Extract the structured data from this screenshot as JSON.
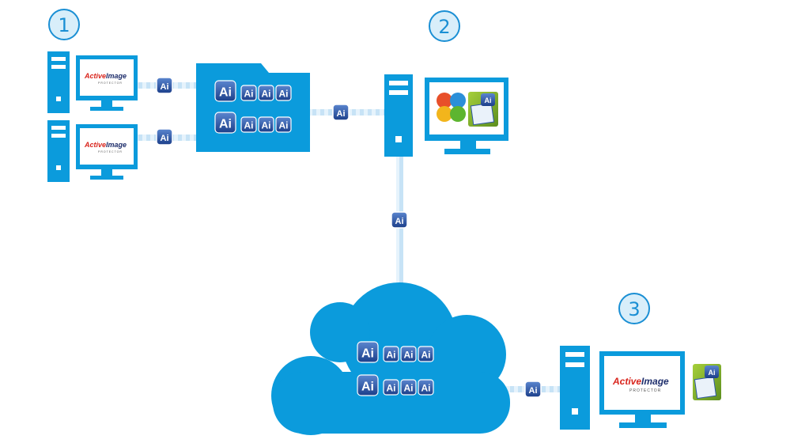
{
  "steps": [
    "1",
    "2",
    "3"
  ],
  "ai_badge": "Ai",
  "product_logo": {
    "brand_part1": "Active",
    "brand_part2": "Image",
    "tagline": "PROTECTOR"
  },
  "colors": {
    "primary": "#0b9bdc",
    "dark": "#0a6fb3",
    "step_circle_fill": "#d8eefa",
    "step_circle_stroke": "#1a8fd4",
    "ai_badge": "#2d56a6",
    "link": "#c7e3f6"
  },
  "icons": {
    "client_pc": "desktop-computer-icon",
    "folder": "network-folder-icon",
    "server": "desktop-computer-icon",
    "cloud": "cloud-storage-icon",
    "media_center": "media-center-app-icon",
    "image_explorer": "image-explorer-app-icon"
  }
}
